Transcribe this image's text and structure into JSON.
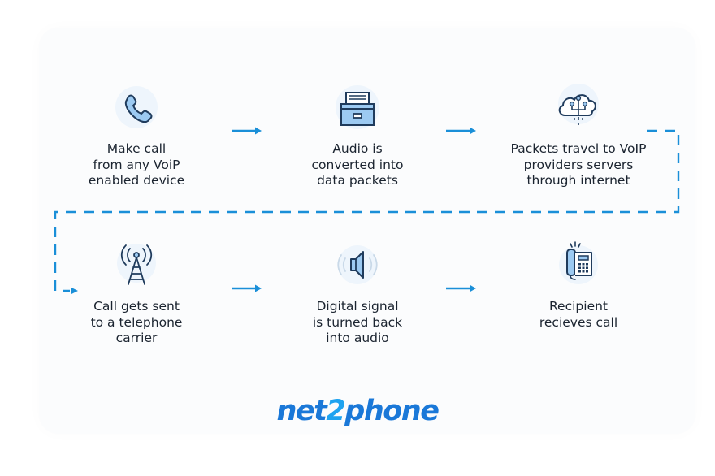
{
  "steps": [
    {
      "label": "Make call\nfrom any VoiP\nenabled device",
      "icon": "phone-icon"
    },
    {
      "label": "Audio is\nconverted into\ndata packets",
      "icon": "file-drawer-icon"
    },
    {
      "label": "Packets travel to VoIP\nproviders servers\nthrough internet",
      "icon": "cloud-network-icon"
    },
    {
      "label": "Call gets sent\nto a telephone\ncarrier",
      "icon": "cell-tower-icon"
    },
    {
      "label": "Digital signal\nis turned back\ninto audio",
      "icon": "speaker-icon"
    },
    {
      "label": "Recipient\nrecieves call",
      "icon": "desk-phone-icon"
    }
  ],
  "logo": {
    "part1": "net",
    "part2": "2",
    "part3": "phone"
  },
  "colors": {
    "accent": "#1a8fd8",
    "icon_stroke": "#1f3b5c",
    "icon_fill": "#8fc3f0",
    "icon_halo": "#e6f1fb",
    "text": "#1b2430",
    "logo_blue": "#1a78d8",
    "logo_light": "#1ea3f0"
  }
}
